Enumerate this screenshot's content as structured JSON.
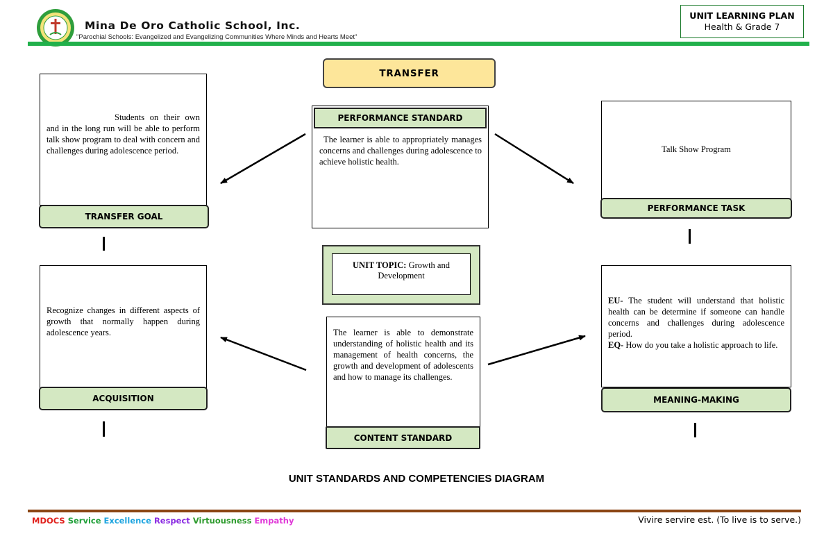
{
  "header": {
    "school_name": "Mina De Oro Catholic School, Inc.",
    "motto": "\"Parochial Schools: Evangelized and Evangelizing Communities Where Minds and Hearts Meet\"",
    "plan_title": "UNIT LEARNING PLAN",
    "plan_subtitle": "Health & Grade 7"
  },
  "transfer_label": "TRANSFER",
  "transfer_goal": {
    "text": "Students on their own and in the long run will be able to perform talk show program to deal with concern and challenges during adolescence period.",
    "label": "TRANSFER GOAL"
  },
  "performance_standard": {
    "label": "PERFORMANCE STANDARD",
    "text": "The learner is able to appropriately manages concerns and challenges during adolescence to achieve holistic health."
  },
  "performance_task": {
    "text": "Talk Show Program",
    "label": "PERFORMANCE TASK"
  },
  "unit_topic": {
    "prefix": "UNIT TOPIC:",
    "text": "Growth and Development"
  },
  "acquisition": {
    "text": "Recognize changes in different aspects of growth that normally happen during adolescence years.",
    "label": "ACQUISITION"
  },
  "content_standard": {
    "text": "The learner is able to demonstrate understanding of holistic health and its management of health concerns, the growth and development of adolescents and how to manage its challenges.",
    "label": "CONTENT STANDARD"
  },
  "meaning_making": {
    "eu_prefix": "EU-",
    "eu_text": "The student will understand that holistic health can be determine if someone can handle concerns and challenges during adolescence period.",
    "eq_prefix": "EQ-",
    "eq_text": "How do you take a holistic approach to life.",
    "label": "MEANING-MAKING"
  },
  "diagram_title": "UNIT STANDARDS AND COMPETENCIES DIAGRAM",
  "footer": {
    "values": [
      {
        "text": "MDOCS",
        "color": "#e0201b"
      },
      {
        "text": "Service",
        "color": "#21a03a"
      },
      {
        "text": "Excellence",
        "color": "#1ea5e0"
      },
      {
        "text": "Respect",
        "color": "#8a2be2"
      },
      {
        "text": "Virtuousness",
        "color": "#2e9b2e"
      },
      {
        "text": "Empathy",
        "color": "#e03ad8"
      }
    ],
    "tagline": "Vivire servire est. (To live is to serve.)"
  },
  "colors": {
    "header_rule": "#21b04b",
    "footer_rule": "#8b4513",
    "label_fill": "#d4e8c2",
    "transfer_fill": "#fde69a"
  }
}
